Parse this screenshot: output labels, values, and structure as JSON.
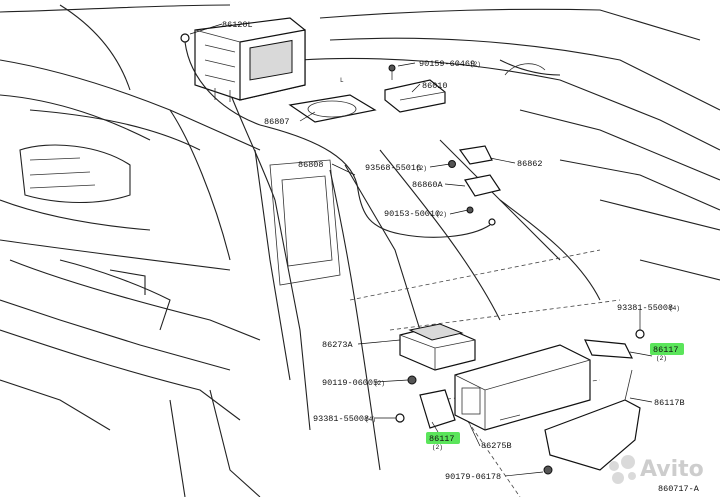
{
  "figure_id": "860717-A",
  "labels": {
    "l86120L": "86120L",
    "l90159": "90159-60469",
    "l90159q": "(2)",
    "l86010": "86010",
    "l86807": "86807",
    "l86808": "86808",
    "l93568": "93568-55016",
    "l93568q": "(2)",
    "l86862": "86862",
    "l86860A": "86860A",
    "l90153": "90153-50010",
    "l90153q": "(2)",
    "l93381a": "93381-55008",
    "l93381aq": "(4)",
    "l86117a": "86117",
    "l86117aq": "(2)",
    "l86273A": "86273A",
    "l90119": "90119-06005",
    "l90119q": "(2)",
    "l86117B": "86117B",
    "l93381b": "93381-55008",
    "l93381bq": "(4)",
    "l86117b": "86117",
    "l86117bq": "(2)",
    "l86275B": "86275B",
    "l90179": "90179-06178",
    "lL": "L"
  },
  "highlight_color": "#3ee03e",
  "watermark": {
    "icon": "avito-dots-icon",
    "text": "Avito"
  }
}
